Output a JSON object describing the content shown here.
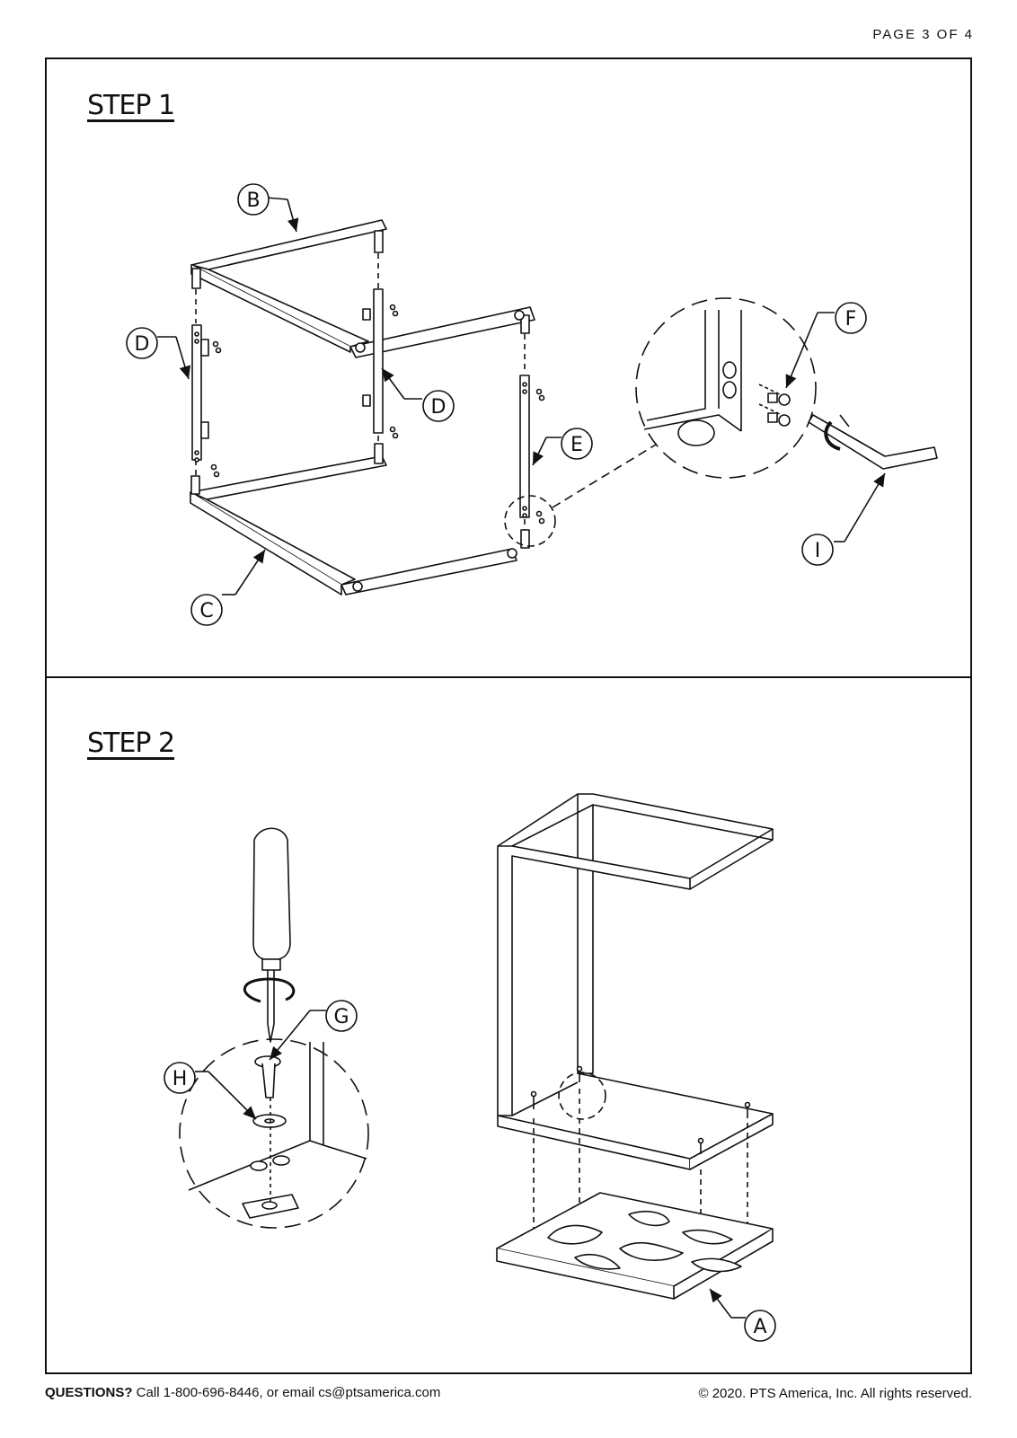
{
  "page_number": "PAGE 3 OF 4",
  "step1": {
    "title": "STEP 1",
    "callouts": {
      "B": "B",
      "D_left": "D",
      "D_center": "D",
      "E": "E",
      "C": "C",
      "F": "F",
      "I": "I"
    }
  },
  "step2": {
    "title": "STEP 2",
    "callouts": {
      "G": "G",
      "H": "H",
      "A": "A"
    }
  },
  "footer": {
    "questions_label": "QUESTIONS?",
    "contact_text": " Call 1-800-696-8446, or email cs@ptsamerica.com",
    "copyright": "© 2020. PTS America, Inc. All rights reserved."
  }
}
